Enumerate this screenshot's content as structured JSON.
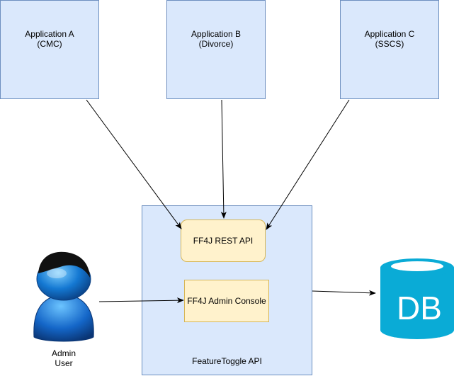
{
  "applications": [
    {
      "name": "Application A",
      "code": "(CMC)"
    },
    {
      "name": "Application B",
      "code": "(Divorce)"
    },
    {
      "name": "Application C",
      "code": "(SSCS)"
    }
  ],
  "feature_toggle_api": {
    "label": "FeatureToggle API"
  },
  "rest_api": {
    "label": "FF4J REST API"
  },
  "admin_console": {
    "label": "FF4J Admin Console"
  },
  "admin_user": {
    "line1": "Admin",
    "line2": "User",
    "icon": "user-icon"
  },
  "database": {
    "label": "DB",
    "icon": "database-icon",
    "color": "#0aabd6"
  },
  "colors": {
    "app_fill": "#dae8fc",
    "app_stroke": "#6c8ebf",
    "component_fill": "#fff2cc",
    "component_stroke": "#d6b656",
    "edge": "#000000"
  }
}
